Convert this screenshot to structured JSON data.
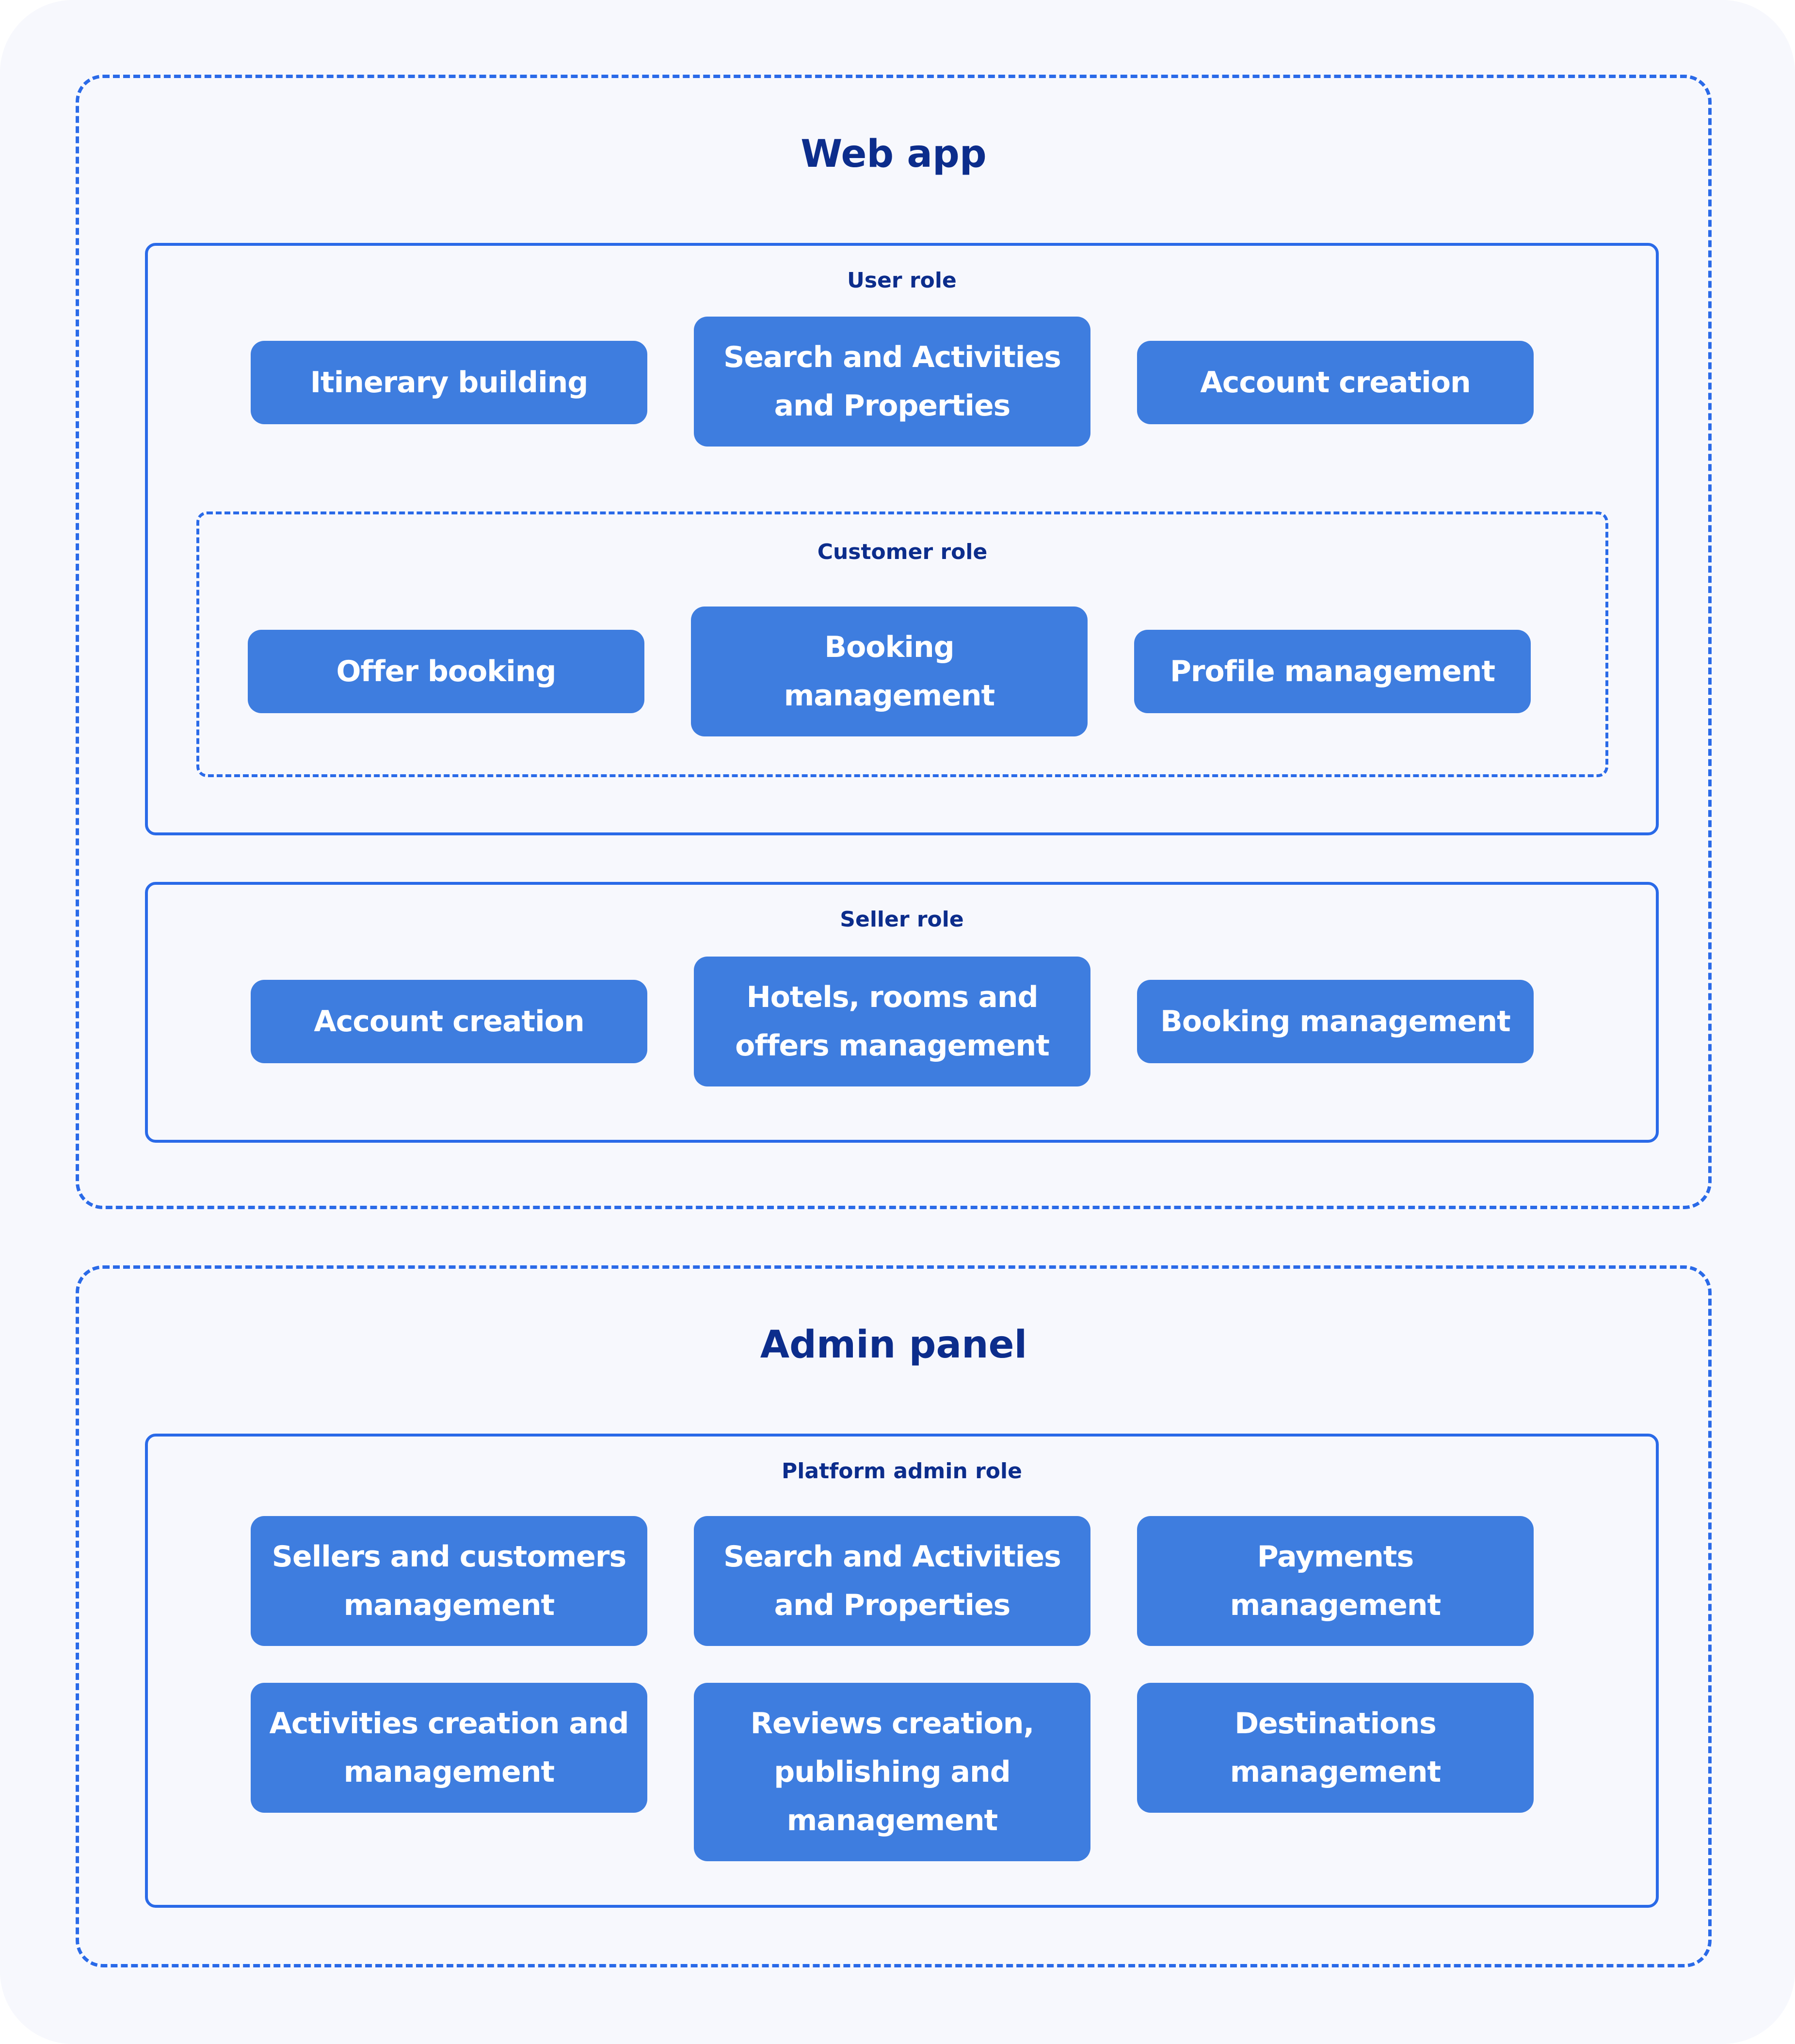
{
  "web_app": {
    "title": "Web app",
    "user_role": {
      "label": "User role",
      "items": [
        "Itinerary building",
        "Search and Activities and Properties",
        "Account creation"
      ]
    },
    "customer_role": {
      "label": "Customer role",
      "items": [
        "Offer booking",
        "Booking management",
        "Profile management"
      ]
    },
    "seller_role": {
      "label": "Seller role",
      "items": [
        "Account creation",
        "Hotels, rooms and offers management",
        "Booking management"
      ]
    }
  },
  "admin_panel": {
    "title": "Admin panel",
    "platform_admin_role": {
      "label": "Platform admin role",
      "items": [
        "Sellers and customers management",
        "Search and Activities and Properties",
        "Payments management",
        "Activities creation and management",
        "Reviews creation, publishing and management",
        "Destinations management"
      ]
    }
  },
  "colors": {
    "border": "#2a6ae8",
    "chip": "#3e7ddf",
    "title": "#0c2d8c",
    "background": "#f7f8fd"
  }
}
